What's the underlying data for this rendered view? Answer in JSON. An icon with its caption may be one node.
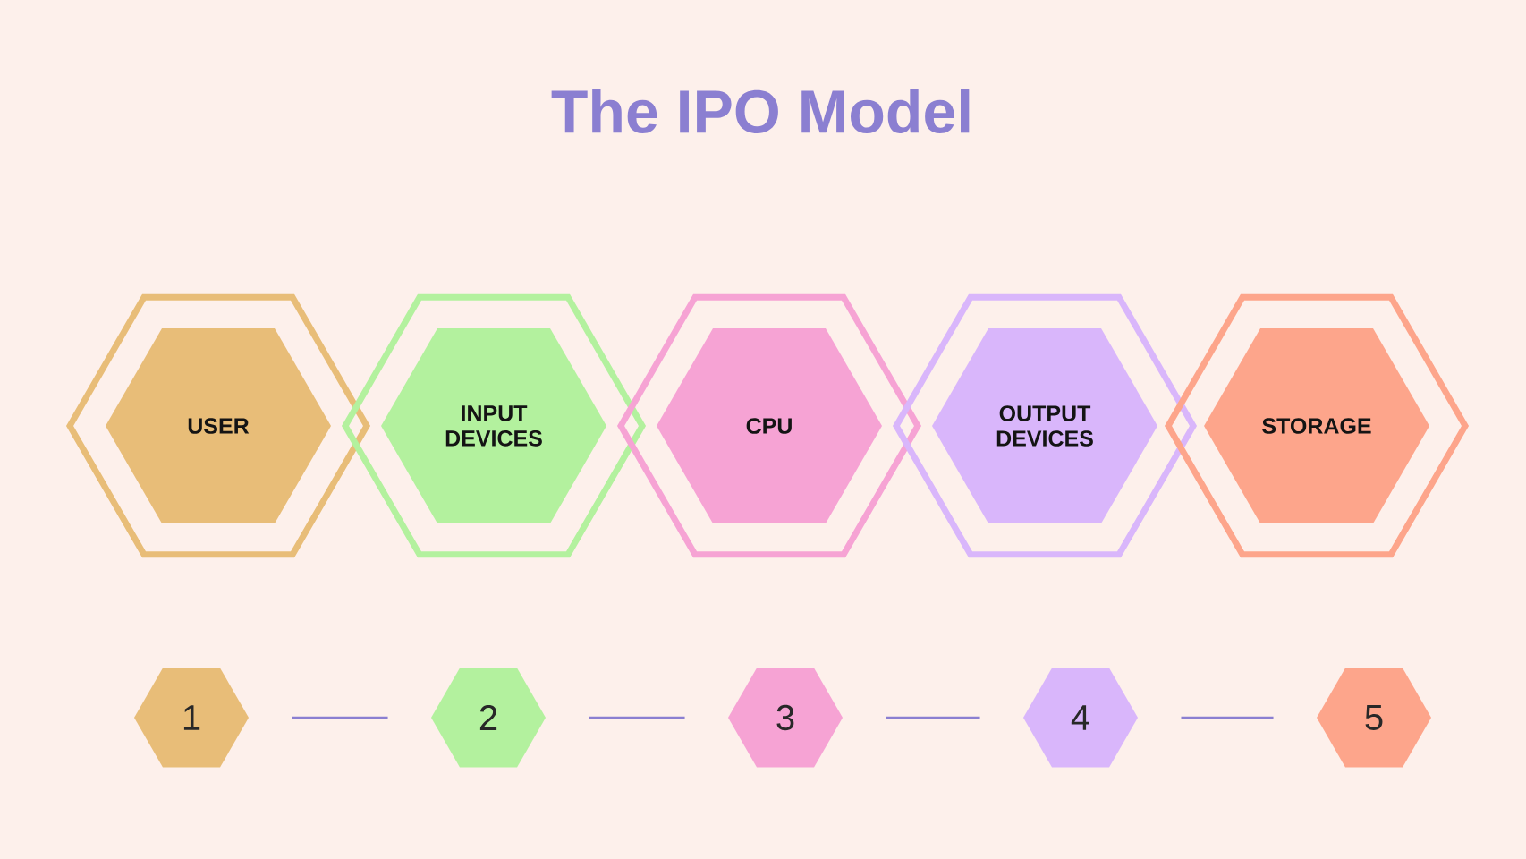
{
  "diagram": {
    "title": "The IPO Model",
    "nodes": [
      {
        "text": [
          "USER"
        ]
      },
      {
        "text": [
          "INPUT DEVICES"
        ]
      },
      {
        "text": [
          "CPU"
        ]
      },
      {
        "text": [
          "OUTPUT DEVICES"
        ]
      },
      {
        "text": [
          "STORAGE"
        ]
      },
      {
        "text": [
          "1"
        ]
      },
      {
        "text": [
          "2"
        ]
      },
      {
        "text": [
          "3"
        ]
      },
      {
        "text": [
          "4"
        ]
      },
      {
        "text": [
          "5"
        ]
      }
    ],
    "edges": [
      {
        "from": 5,
        "to": 6,
        "arrow": "none"
      },
      {
        "from": 6,
        "to": 7,
        "arrow": "none"
      },
      {
        "from": 7,
        "to": 8,
        "arrow": "none"
      },
      {
        "from": 8,
        "to": 9,
        "arrow": "none"
      }
    ]
  }
}
